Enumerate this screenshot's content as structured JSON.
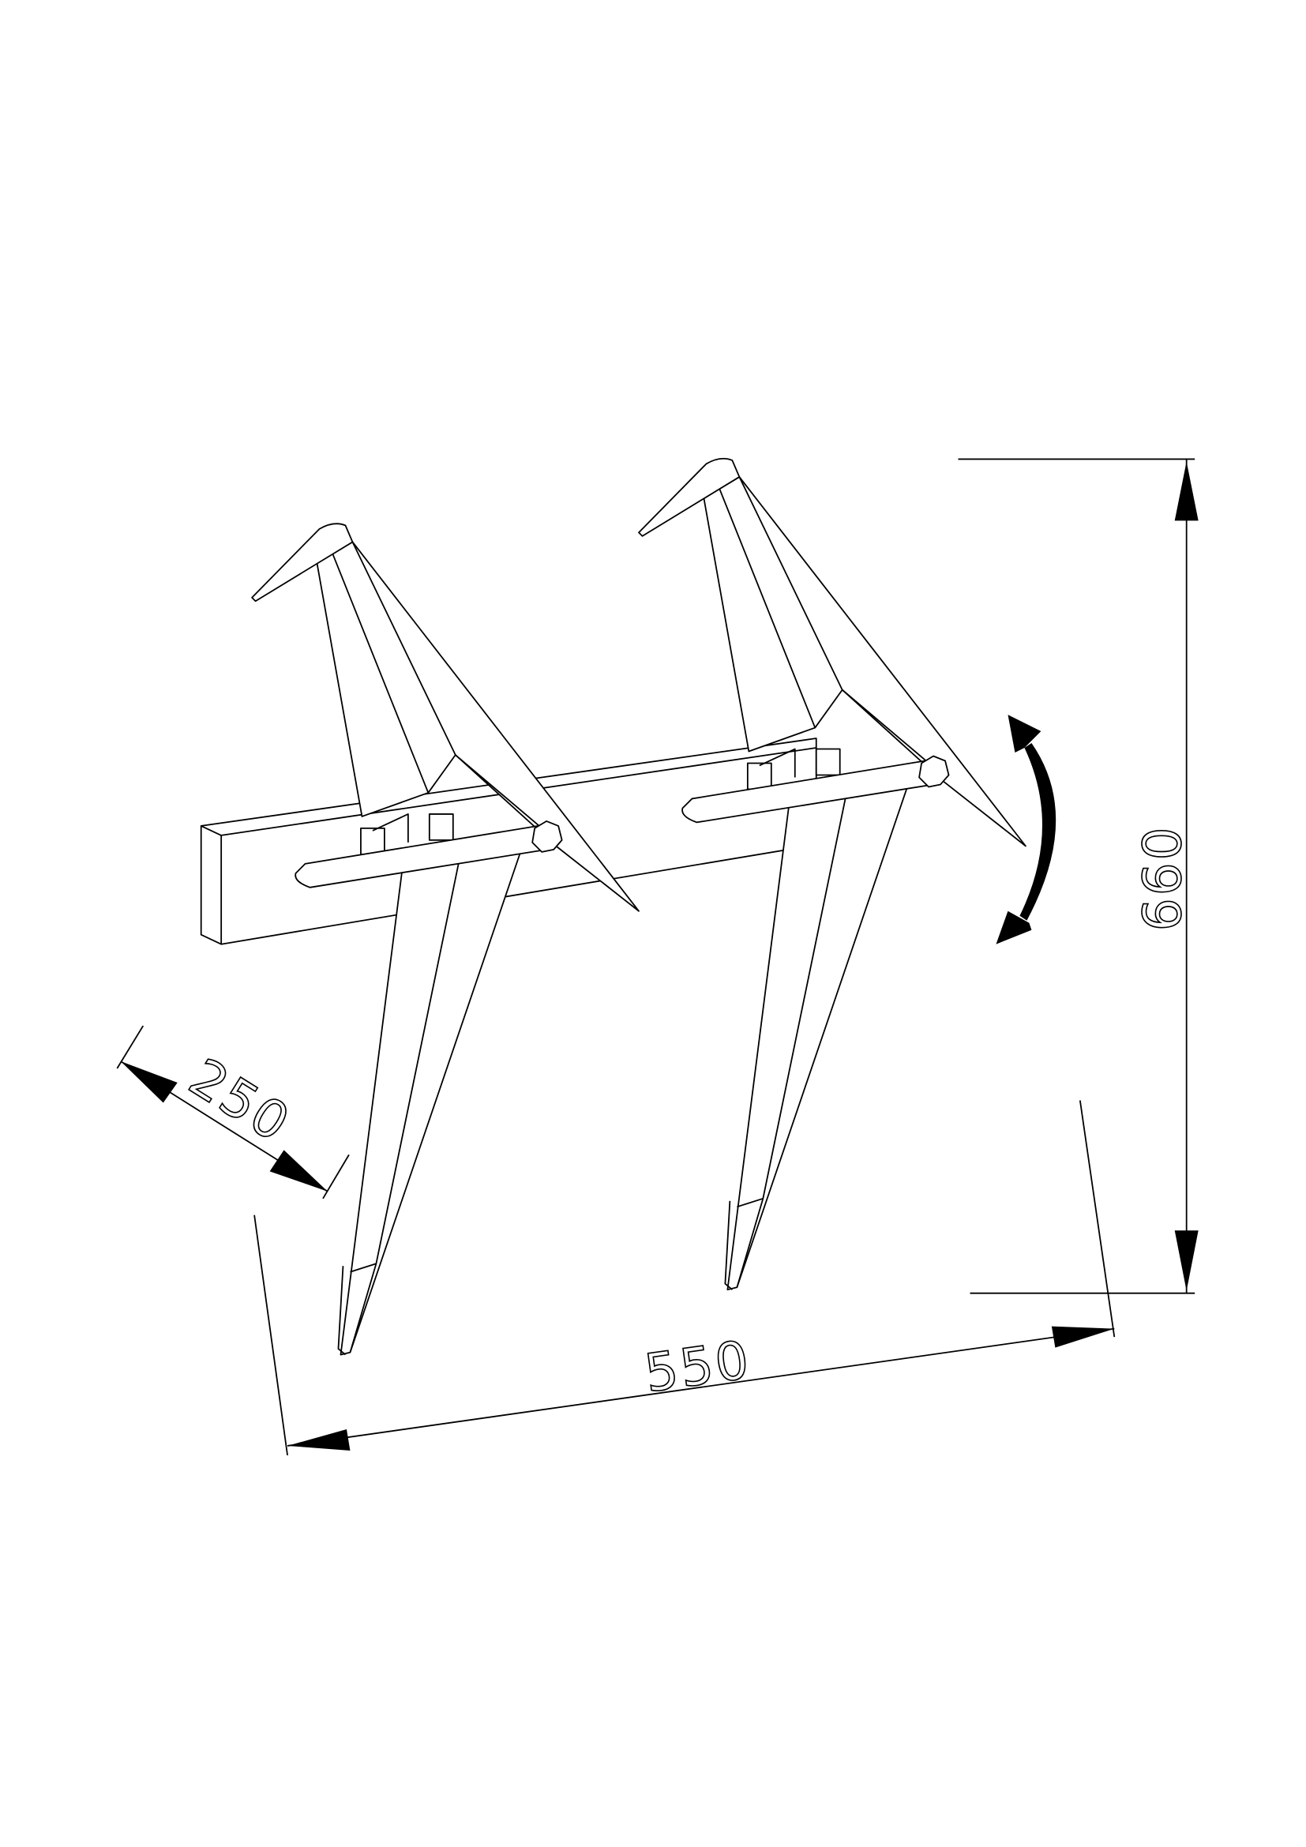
{
  "drawing": {
    "dimensions": {
      "height": "660",
      "width": "550",
      "depth": "250"
    },
    "colors": {
      "line": "#000000",
      "background": "#ffffff"
    }
  }
}
